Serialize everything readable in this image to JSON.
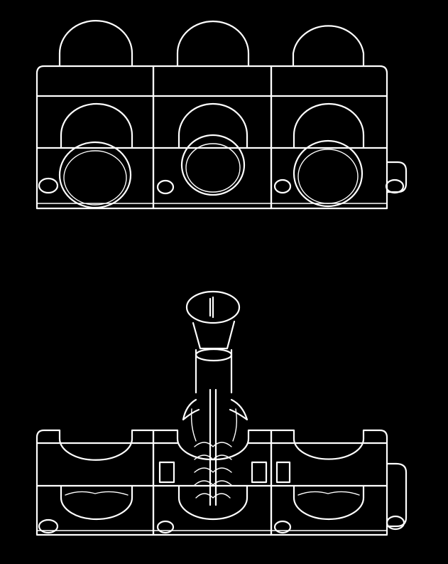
{
  "figure": {
    "background": "#000000",
    "line_color": "#ffffff",
    "assembly_top": {
      "modules": 3,
      "cable_openings": 3,
      "side_pin": true
    },
    "assembly_bottom": {
      "modules": 3,
      "cable_saddles": 3,
      "side_pin": true,
      "screw_icon": "slotted-screw-icon",
      "anchor_icon": "wall-plug-anchor-icon"
    }
  }
}
